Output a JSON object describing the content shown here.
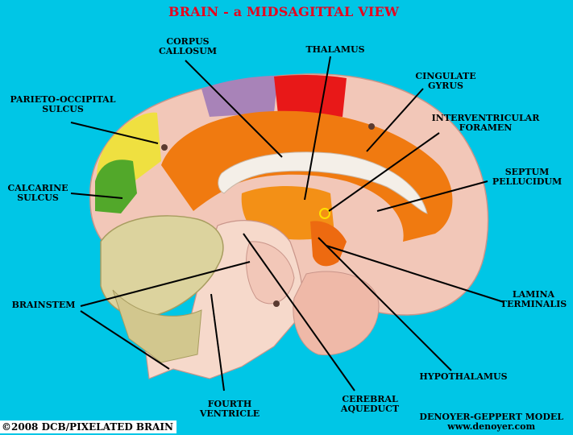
{
  "title": "BRAIN - a MIDSAGITTAL VIEW",
  "labels": {
    "corpus_callosum": [
      "CORPUS",
      "CALLOSUM"
    ],
    "thalamus": [
      "THALAMUS"
    ],
    "cingulate_gyrus": [
      "CINGULATE",
      "GYRUS"
    ],
    "parieto_occipital": [
      "PARIETO-OCCIPITAL",
      "SULCUS"
    ],
    "interventricular": [
      "INTERVENTRICULAR",
      "FORAMEN"
    ],
    "calcarine": [
      "CALCARINE",
      "SULCUS"
    ],
    "septum": [
      "SEPTUM",
      "PELLUCIDUM"
    ],
    "brainstem": [
      "BRAINSTEM"
    ],
    "lamina": [
      "LAMINA",
      "TERMINALIS"
    ],
    "hypothalamus": [
      "HYPOTHALAMUS"
    ],
    "fourth_ventricle": [
      "FOURTH",
      "VENTRICLE"
    ],
    "cerebral_aqueduct": [
      "CEREBRAL",
      "AQUEDUCT"
    ]
  },
  "copyright": "©2008  DCB/PIXELATED BRAIN",
  "credit": [
    "DENOYER-GEPPERT MODEL",
    "www.denoyer.com"
  ],
  "colors": {
    "background": "#00c6e6",
    "title": "#e8001c",
    "model_pink": "#f2c7b8",
    "orange": "#f07a10",
    "red": "#e81818",
    "purple": "#a883b8",
    "yellow": "#efe040",
    "green": "#52a82a",
    "cerebellum": "#dcd39e",
    "marker": "#ffe000"
  }
}
